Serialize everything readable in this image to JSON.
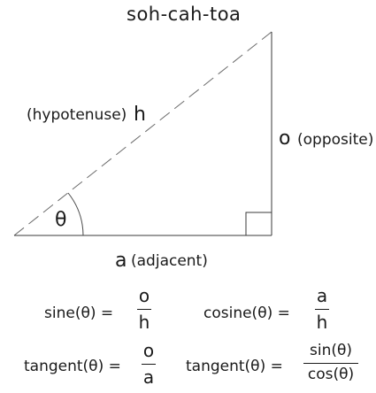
{
  "diagram": {
    "title": "soh-cah-toa",
    "hypotenuse_label": "(hypotenuse)",
    "hypotenuse_letter": "h",
    "opposite_letter": "o",
    "opposite_label": "(opposite)",
    "adjacent_letter": "a",
    "adjacent_label": "(adjacent)",
    "angle_symbol": "θ"
  },
  "formulas": {
    "sine": {
      "lhs": "sine(θ) =",
      "num": "o",
      "den": "h"
    },
    "cosine": {
      "lhs": "cosine(θ) =",
      "num": "a",
      "den": "h"
    },
    "tangent1": {
      "lhs": "tangent(θ) =",
      "num": "o",
      "den": "a"
    },
    "tangent2": {
      "lhs": "tangent(θ) =",
      "num": "sin(θ)",
      "den": "cos(θ)"
    }
  }
}
